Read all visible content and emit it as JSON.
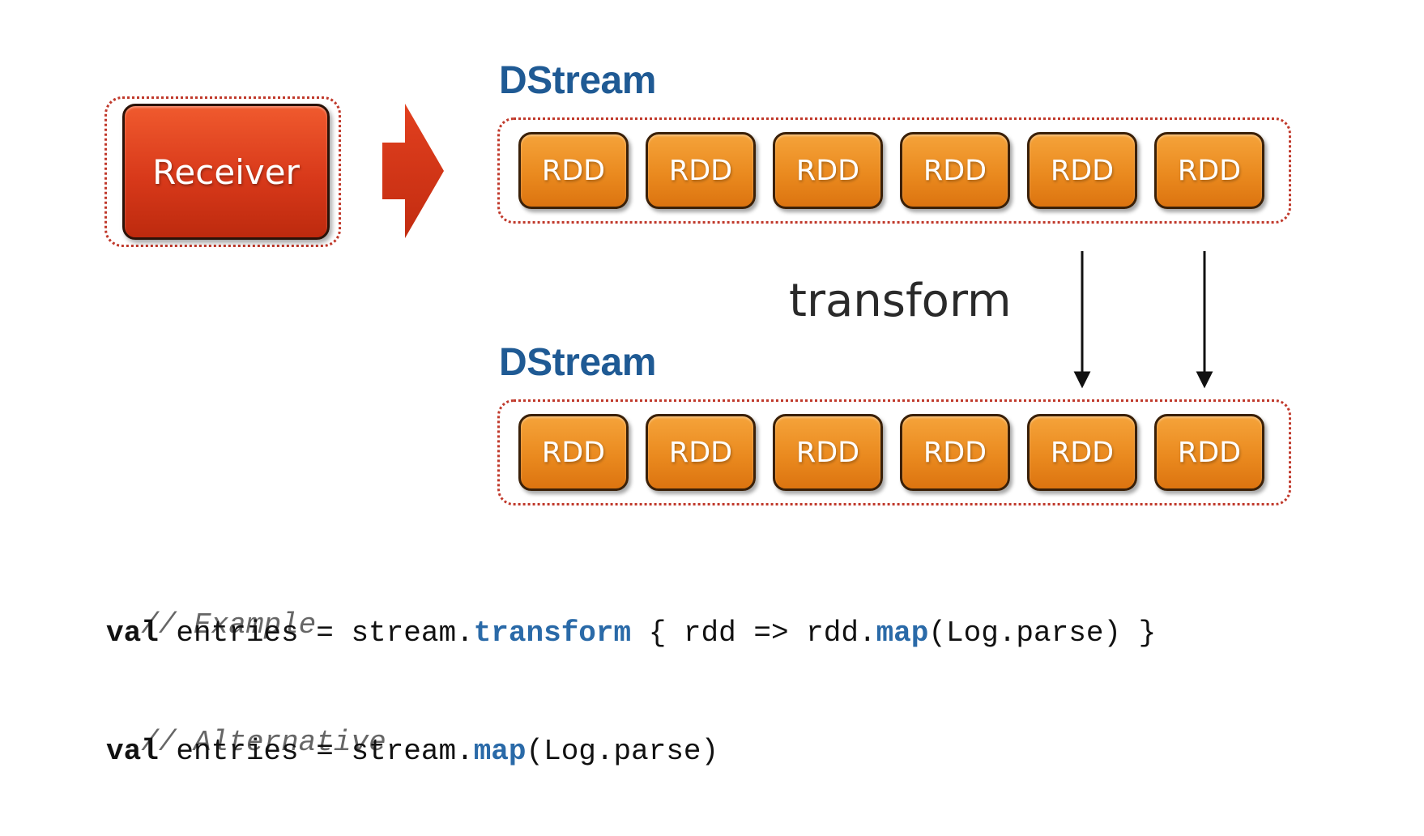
{
  "receiver": {
    "label": "Receiver"
  },
  "top_stream": {
    "title": "DStream",
    "rdds": [
      "RDD",
      "RDD",
      "RDD",
      "RDD",
      "RDD",
      "RDD"
    ]
  },
  "transform_label": "transform",
  "bottom_stream": {
    "title": "DStream",
    "rdds": [
      "RDD",
      "RDD",
      "RDD",
      "RDD",
      "RDD",
      "RDD"
    ]
  },
  "code": {
    "example_comment": "// Example",
    "example_keyword": "val",
    "example_p1": " entries = stream.",
    "example_fn1": "transform",
    "example_p2": " { rdd => rdd.",
    "example_fn2": "map",
    "example_p3": "(Log.parse) }",
    "alt_comment": "// Alternative",
    "alt_keyword": "val",
    "alt_p1": " entries = stream.",
    "alt_fn1": "map",
    "alt_p2": "(Log.parse)"
  },
  "colors": {
    "receiver": "#d8391a",
    "rdd": "#ea8a1f",
    "title": "#1f5a94",
    "border_dotted": "#c0392b",
    "code_function": "#2a6aa8"
  }
}
